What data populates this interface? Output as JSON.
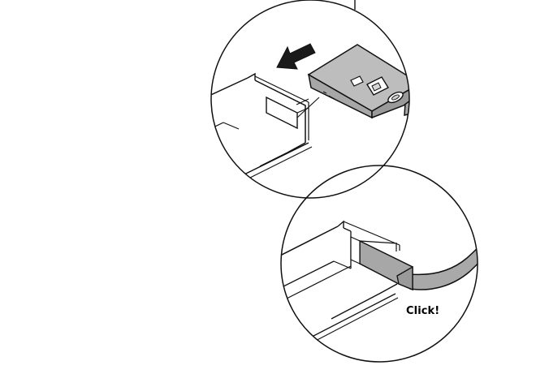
{
  "illustration": {
    "steps": [
      {
        "id": "step-1",
        "action": "slide-in-direction-arrow"
      },
      {
        "id": "step-2",
        "caption": "Click!"
      }
    ],
    "colors": {
      "line": "#111111",
      "connector_fill": "#a7a7a7",
      "connector_top": "#bdbdbd",
      "cable_fill": "#a9a9a9",
      "background": "#ffffff"
    }
  }
}
